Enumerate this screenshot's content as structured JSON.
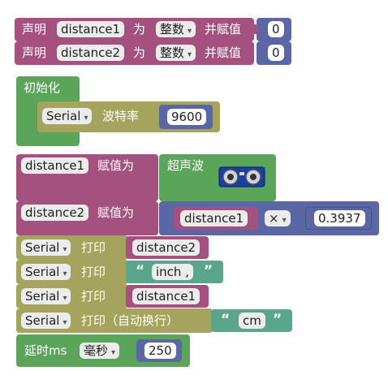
{
  "declare1": {
    "kw": "声明",
    "var": "distance1",
    "as": "为",
    "type": "整数",
    "assign": "并赋值",
    "value": "0"
  },
  "declare2": {
    "kw": "声明",
    "var": "distance2",
    "as": "为",
    "type": "整数",
    "assign": "并赋值",
    "value": "0"
  },
  "setup": {
    "title": "初始化",
    "serial": "Serial",
    "baud_label": "波特率",
    "baud": "9600"
  },
  "assign1": {
    "var": "distance1",
    "label": "赋值为",
    "sensor": "超声波"
  },
  "assign2": {
    "var": "distance2",
    "label": "赋值为",
    "left": "distance1",
    "op": "×",
    "right": "0.3937"
  },
  "print1": {
    "serial": "Serial",
    "label": "打印",
    "arg": "distance2"
  },
  "print2": {
    "serial": "Serial",
    "label": "打印",
    "arg": "inch ,"
  },
  "print3": {
    "serial": "Serial",
    "label": "打印",
    "arg": "distance1"
  },
  "print4": {
    "serial": "Serial",
    "label": "打印（自动换行）",
    "arg": "cm"
  },
  "delay": {
    "label": "延时ms",
    "unit": "毫秒",
    "value": "250"
  },
  "quotes": {
    "open": "“",
    "close": "”"
  },
  "colors": {
    "variable": "#a5517f",
    "serial": "#a4a45e",
    "control": "#5ba55b",
    "math": "#5b67a5",
    "text": "#5ba58c",
    "sensor": "#5ba55b"
  }
}
